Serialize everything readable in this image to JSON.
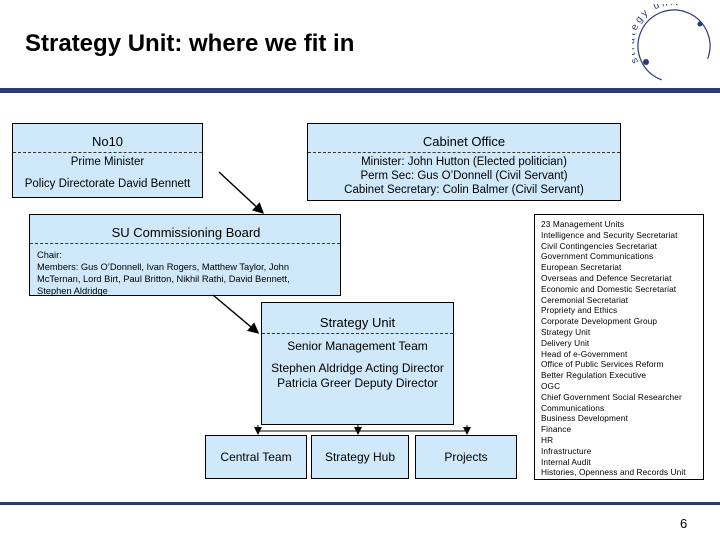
{
  "header": {
    "title": "Strategy Unit: where we fit in"
  },
  "logo": {
    "text": "strategy unit",
    "color": "#2b3a73"
  },
  "no10": {
    "title": "No10",
    "line1": "Prime Minister",
    "line2": "Policy Directorate David Bennett"
  },
  "cabinet_office": {
    "title": "Cabinet Office",
    "line1": "Minister: John Hutton (Elected politician)",
    "line2": "Perm Sec: Gus O’Donnell (Civil Servant)",
    "line3": "Cabinet Secretary: Colin Balmer (Civil Servant)"
  },
  "board": {
    "title": "SU Commissioning Board",
    "chair": "Chair:",
    "members_line1": "Members: Gus O’Donnell, Ivan Rogers, Matthew Taylor, John",
    "members_line2": "McTernan, Lord Birt, Paul Britton, Nikhil Rathi, David Bennett,",
    "members_line3": "Stephen Aldridge"
  },
  "strategy_unit": {
    "title": "Strategy Unit",
    "subtitle": "Senior Management Team",
    "line1": "Stephen Aldridge Acting Director",
    "line2": "Patricia Greer Deputy Director"
  },
  "teams": [
    "Central Team",
    "Strategy Hub",
    "Projects"
  ],
  "units": [
    "23 Management Units",
    "Intelligence and Security Secretariat",
    "Civil Contingencies Secretariat",
    "Government Communications",
    "European Secretariat",
    "Overseas and Defence Secretariat",
    "Economic and Domestic Secretariat",
    "Ceremonial Secretariat",
    "Propriety and Ethics",
    "Corporate Development Group",
    "Strategy Unit",
    "Delivery Unit",
    "Head of e-Government",
    "Office of Public Services Reform",
    "Better Regulation Executive",
    "OGC",
    "Chief Government Social Researcher",
    "Communications",
    "Business Development",
    "Finance",
    "HR",
    "Infrastructure",
    "Internal Audit",
    "Histories, Openness and Records Unit"
  ],
  "footer": {
    "page_number": "6"
  },
  "colors": {
    "box_fill": "#cfe9fb",
    "rule": "#2b3a73"
  }
}
